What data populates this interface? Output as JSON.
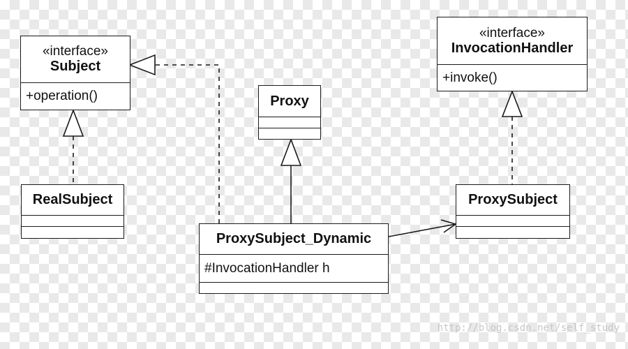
{
  "classes": {
    "subject": {
      "stereotype": "«interface»",
      "name": "Subject",
      "operation": "+operation()"
    },
    "invocation_handler": {
      "stereotype": "«interface»",
      "name": "InvocationHandler",
      "operation": "+invoke()"
    },
    "proxy": {
      "name": "Proxy"
    },
    "real_subject": {
      "name": "RealSubject"
    },
    "proxy_subject": {
      "name": "ProxySubject"
    },
    "proxy_subject_dynamic": {
      "name": "ProxySubject_Dynamic",
      "attribute": "#InvocationHandler h"
    }
  },
  "relations": [
    {
      "from": "RealSubject",
      "to": "Subject",
      "kind": "realization"
    },
    {
      "from": "ProxySubject_Dynamic",
      "to": "Subject",
      "kind": "realization"
    },
    {
      "from": "ProxySubject_Dynamic",
      "to": "Proxy",
      "kind": "generalization"
    },
    {
      "from": "ProxySubject_Dynamic",
      "to": "ProxySubject",
      "kind": "association"
    },
    {
      "from": "ProxySubject",
      "to": "InvocationHandler",
      "kind": "realization"
    }
  ],
  "watermark": "http://blog.csdn.net/self_study",
  "colors": {
    "line": "#1a1a1a",
    "background": "#ffffff",
    "checker": "#e9e9e9",
    "watermark": "#c7c7c7"
  }
}
